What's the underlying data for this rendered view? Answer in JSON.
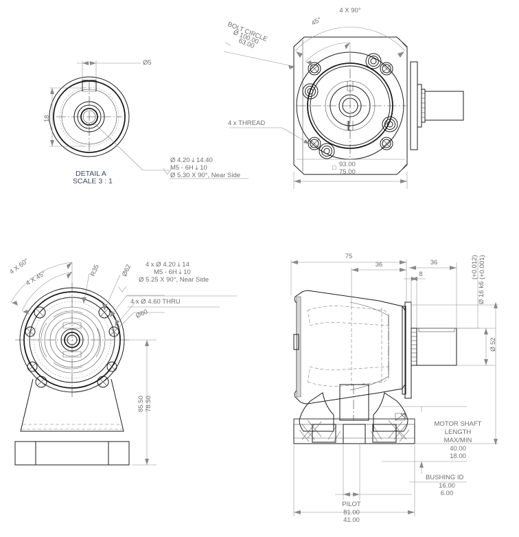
{
  "drawing": {
    "type": "engineering-drawing",
    "description": "Right-angle gearbox / actuator multi-view technical drawing",
    "views": [
      {
        "id": "detail-a",
        "title": "DETAIL A",
        "scale": "SCALE 3 : 1",
        "position": "top-left"
      },
      {
        "id": "front-view",
        "position": "top-right"
      },
      {
        "id": "rear-view",
        "position": "bottom-left"
      },
      {
        "id": "side-section-view",
        "position": "bottom-right"
      }
    ]
  },
  "detail_a": {
    "title": "DETAIL A",
    "scale": "SCALE 3 : 1",
    "dim_diameter": "Ø5",
    "dim_height": "18",
    "callout": {
      "line1": "Ø 4.20 ⤓ 14.40",
      "line2": "M5 - 6H ⤓ 10",
      "line3": "Ø 5.30 X 90°, Near Side"
    }
  },
  "front_view": {
    "bolt_circle": {
      "label": "BOLT CIRCLE",
      "value1": "Ø 100.00",
      "value2": "63.00"
    },
    "angle_outer": "4 X 90°",
    "angle_inner": "45°",
    "thread_note": "4 x THREAD",
    "square_dim": {
      "symbol": "□",
      "value1": "93.00",
      "value2": "75.00"
    }
  },
  "rear_view": {
    "angle_outer": "4 X 60°",
    "angle_inner": "4 X 45°",
    "radius": "R35",
    "dia_62": "Ø62",
    "dia_60": "Ø60",
    "callout_tapped": {
      "line1": "4 x Ø 4.20 ⤓ 14",
      "line2": "M5 - 6H ⤓ 10",
      "line3": "Ø 5.25 X 90°, Near Side"
    },
    "callout_thru": "4 x Ø 4.60 THRU",
    "height_dim": {
      "value1": "85.50",
      "value2": "78.50"
    }
  },
  "side_view": {
    "dim_75": "75",
    "dim_36_left": "36",
    "dim_36_right": "36",
    "dim_8": "8",
    "shaft_dia": "Ø 16 k6",
    "shaft_tol_upper": "(+0.012)",
    "shaft_tol_lower": "(+0.001)",
    "flange_dia": "Ø 52",
    "motor_shaft": {
      "line1": "MOTOR SHAFT",
      "line2": "LENGTH",
      "line3": "MAX/MIN",
      "value1": "40.00",
      "value2": "18.00"
    },
    "bushing": {
      "label": "BUSHING ID",
      "value1": "16.00",
      "value2": "6.00"
    },
    "pilot": {
      "label": "PILOT",
      "value1": "81.00",
      "value2": "41.00"
    }
  },
  "colors": {
    "outline": "#1a1a1a",
    "dimension": "#8a8a8a",
    "text": "#6d6d6d",
    "background": "#ffffff"
  }
}
